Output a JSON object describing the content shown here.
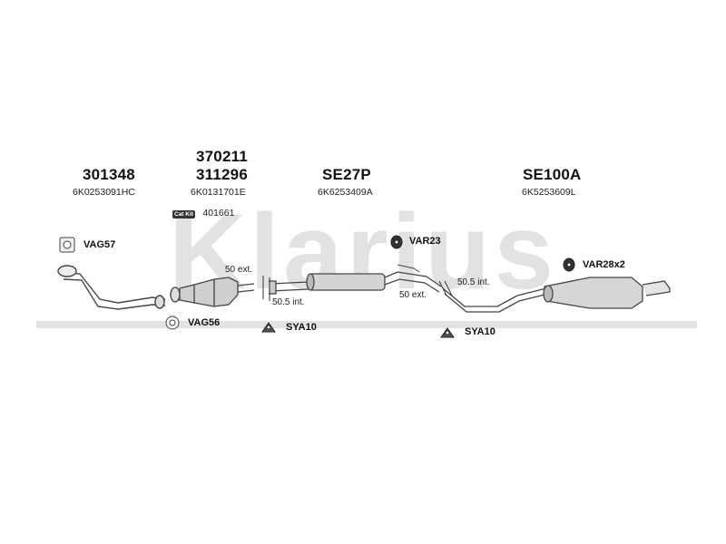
{
  "watermark": {
    "text": "Klarius",
    "color": "#dcdcdc"
  },
  "parts": {
    "p301348": {
      "number": "301348",
      "oem": "6K0253091HC"
    },
    "p370211": {
      "number": "370211"
    },
    "p311296": {
      "number": "311296",
      "oem": "6K0131701E"
    },
    "pSE27P": {
      "number": "SE27P",
      "oem": "6K6253409A"
    },
    "pSE100A": {
      "number": "SE100A",
      "oem": "6K5253609L"
    }
  },
  "cat_kit": {
    "badge": "Cat Kit",
    "number": "401661"
  },
  "fittings": {
    "vag57": "VAG57",
    "vag56": "VAG56",
    "sya10_a": "SYA10",
    "sya10_b": "SYA10",
    "var23": "VAR23",
    "var28": "VAR28x2"
  },
  "dimensions": {
    "d1": "50 ext.",
    "d2": "50.5 int.",
    "d3": "50.5 int.",
    "d4": "50 ext."
  }
}
